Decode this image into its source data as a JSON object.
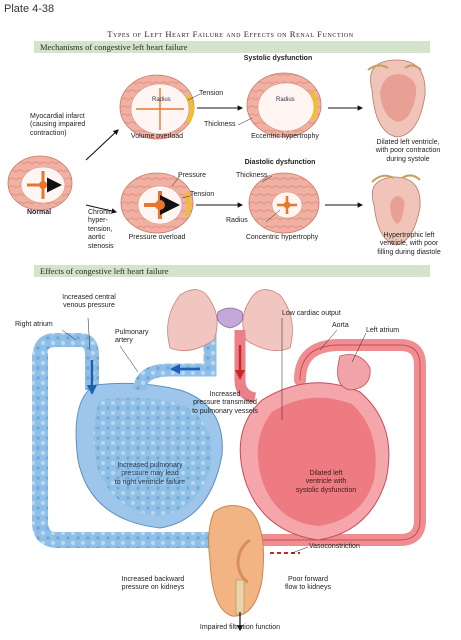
{
  "plate": "Plate 4-38",
  "title": "Types of Left Heart Failure and Effects on Renal Function",
  "sections": {
    "mechanisms": "Mechanisms of congestive left heart failure",
    "effects": "Effects of congestive left heart failure"
  },
  "top": {
    "systolic_heading": "Systolic dysfunction",
    "diastolic_heading": "Diastolic dysfunction",
    "myocardial_infarct": "Myocardial infarct\n(causing impaired\ncontraction)",
    "normal": "Normal",
    "chronic": "Chronic\nhyper-\ntension,\naortic\nstenosis",
    "volume_overload": "Volume overload",
    "pressure_overload": "Pressure overload",
    "eccentric": "Eccentric hypertrophy",
    "concentric": "Concentric hypertrophy",
    "radius": "Radius",
    "tension": "Tension",
    "thickness": "Thickness",
    "pressure": "Pressure",
    "dilated": "Dilated left ventricle,\nwith poor contraction\nduring systole",
    "hypertrophic": "Hypertrophic left\nventricle, with poor\nfilling during diastole"
  },
  "bottom": {
    "central_venous": "Increased central\nvenous pressure",
    "right_atrium": "Right atrium",
    "pulmonary_artery": "Pulmonary\nartery",
    "low_output": "Low cardiac output",
    "aorta": "Aorta",
    "left_atrium": "Left atrium",
    "transmitted": "Increased\npressure transmitted\nto pulmonary vessels",
    "dilated_lv": "Dilated left\nventricle with\nsystolic dysfunction",
    "rv_failure": "Increased pulmonary\npressure may lead\nto right ventricle failure",
    "vasoconstriction": "Vasoconstriction",
    "backward": "Increased backward\npressure on kidneys",
    "forward": "Poor forward\nflow to kidneys",
    "filtration": "Impaired filtration function"
  },
  "colors": {
    "band": "#d3e3cc",
    "myocardium": "#f3c0b4",
    "arrow_orange": "#e8772c",
    "venous_blue": "#6fa9d9",
    "arterial_red": "#e06066",
    "kidney": "#f2b482"
  }
}
